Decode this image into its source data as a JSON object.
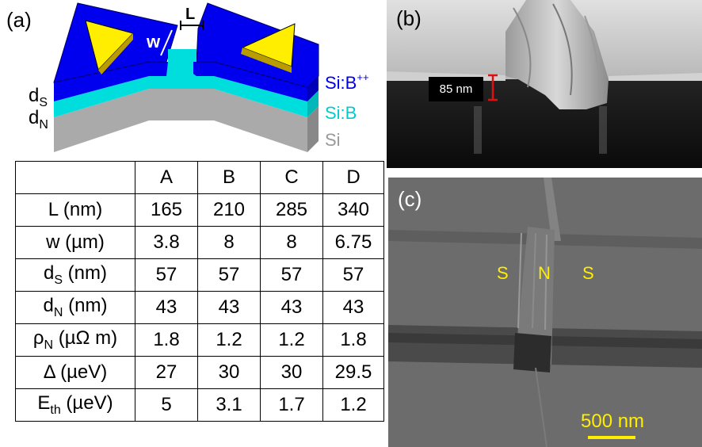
{
  "panel_a": {
    "label": "(a)",
    "dim_L": "L",
    "dim_w": "w",
    "left_label_dS": "d",
    "left_label_dS_sub": "S",
    "left_label_dN": "d",
    "left_label_dN_sub": "N",
    "layer_top": "Si:B",
    "layer_top_sup": "++",
    "layer_mid": "Si:B",
    "layer_bottom": "Si",
    "colors": {
      "top_layer": "#0000ee",
      "mid_layer": "#00dddd",
      "substrate": "#aaaaaa",
      "contacts": "#ffee00"
    }
  },
  "table": {
    "header": [
      "",
      "A",
      "B",
      "C",
      "D"
    ],
    "rows": [
      {
        "label": "L (nm)",
        "values": [
          "165",
          "210",
          "285",
          "340"
        ]
      },
      {
        "label": "w (µm)",
        "values": [
          "3.8",
          "8",
          "8",
          "6.75"
        ]
      },
      {
        "label_main": "d",
        "label_sub": "S",
        "label_tail": " (nm)",
        "values": [
          "57",
          "57",
          "57",
          "57"
        ]
      },
      {
        "label_main": "d",
        "label_sub": "N",
        "label_tail": " (nm)",
        "values": [
          "43",
          "43",
          "43",
          "43"
        ]
      },
      {
        "label_main": "ρ",
        "label_sub": "N",
        "label_tail": " (µΩ m)",
        "values": [
          "1.8",
          "1.2",
          "1.2",
          "1.8"
        ]
      },
      {
        "label": "Δ (µeV)",
        "values": [
          "27",
          "30",
          "30",
          "29.5"
        ]
      },
      {
        "label_main": "E",
        "label_sub": "th",
        "label_tail": " (µeV)",
        "values": [
          "5",
          "3.1",
          "1.7",
          "1.2"
        ]
      }
    ]
  },
  "panel_b": {
    "label": "(b)",
    "scale_text": "85 nm",
    "marker_color": "#e01010"
  },
  "panel_c": {
    "label": "(c)",
    "letters": [
      "S",
      "N",
      "S"
    ],
    "scalebar_text": "500 nm",
    "accent_color": "#ffee00"
  }
}
